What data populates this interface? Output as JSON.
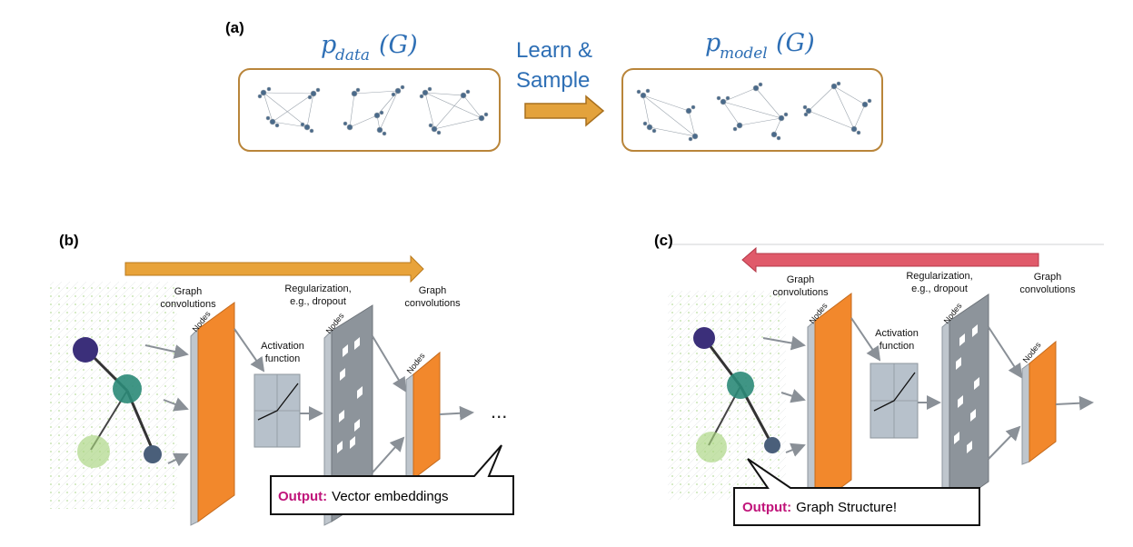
{
  "panel_a": {
    "label": "(a)",
    "data_dist": {
      "base": "p",
      "sub": "data",
      "arg": "(G)"
    },
    "model_dist": {
      "base": "p",
      "sub": "model",
      "arg": "(G)"
    },
    "arrow_line1": "Learn &",
    "arrow_line2": "Sample",
    "colors": {
      "box_border": "#b9853a",
      "arrow_fill": "#e3a23c",
      "math_text": "#2e6fb5"
    }
  },
  "panel_b": {
    "label": "(b)",
    "graph_conv_1": [
      "Graph",
      "convolutions"
    ],
    "activation": [
      "Activation",
      "function"
    ],
    "regularization": [
      "Regularization,",
      "e.g., dropout"
    ],
    "graph_conv_2": [
      "Graph",
      "convolutions"
    ],
    "nodes_label": "Nodes",
    "ellipsis": "...",
    "output_key": "Output:",
    "output_value": "Vector embeddings",
    "colors": {
      "direction_arrow": "#e8a33a",
      "layer": "#f2882c",
      "dropout": "#8d949b"
    }
  },
  "panel_c": {
    "label": "(c)",
    "graph_conv_1": [
      "Graph",
      "convolutions"
    ],
    "activation": [
      "Activation",
      "function"
    ],
    "regularization": [
      "Regularization,",
      "e.g., dropout"
    ],
    "graph_conv_2": [
      "Graph",
      "convolutions"
    ],
    "nodes_label": "Nodes",
    "output_key": "Output:",
    "output_value": "Graph Structure!",
    "colors": {
      "direction_arrow": "#e05a6a",
      "layer": "#f2882c",
      "dropout": "#8d949b"
    }
  }
}
